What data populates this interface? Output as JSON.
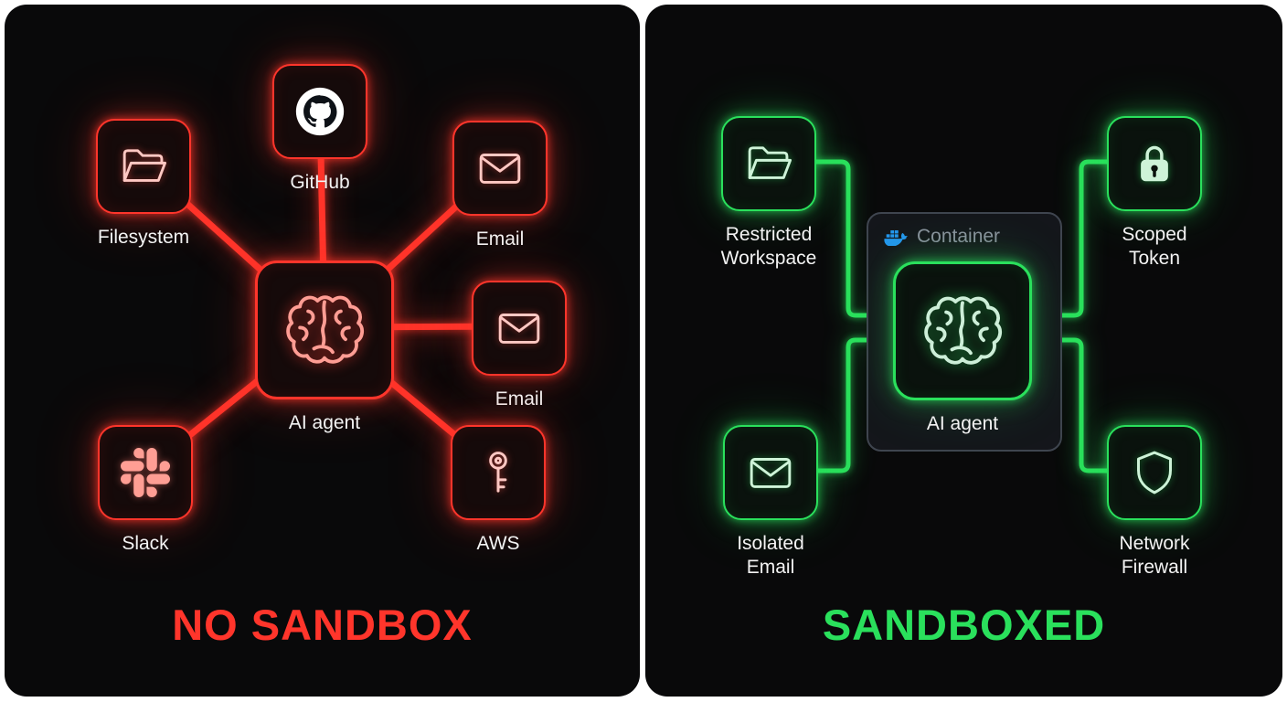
{
  "left_panel": {
    "title": "NO SANDBOX",
    "accent": "#ff352b",
    "agent": {
      "label": "AI agent",
      "icon": "brain-icon"
    },
    "nodes": [
      {
        "label": "Filesystem",
        "icon": "folder-icon"
      },
      {
        "label": "GitHub",
        "icon": "github-icon"
      },
      {
        "label": "Email",
        "icon": "envelope-icon"
      },
      {
        "label": "Email",
        "icon": "envelope-icon"
      },
      {
        "label": "Slack",
        "icon": "slack-icon"
      },
      {
        "label": "AWS",
        "icon": "key-icon"
      }
    ]
  },
  "right_panel": {
    "title": "SANDBOXED",
    "accent": "#2ae05c",
    "container": {
      "label": "Container",
      "icon": "docker-icon",
      "icon_color": "#2496ed"
    },
    "agent": {
      "label": "AI agent",
      "icon": "brain-icon"
    },
    "nodes": [
      {
        "label": "Restricted Workspace",
        "icon": "folder-icon"
      },
      {
        "label": "Scoped Token",
        "icon": "lock-icon"
      },
      {
        "label": "Isolated Email",
        "icon": "envelope-icon"
      },
      {
        "label": "Network Firewall",
        "icon": "shield-icon"
      }
    ]
  }
}
